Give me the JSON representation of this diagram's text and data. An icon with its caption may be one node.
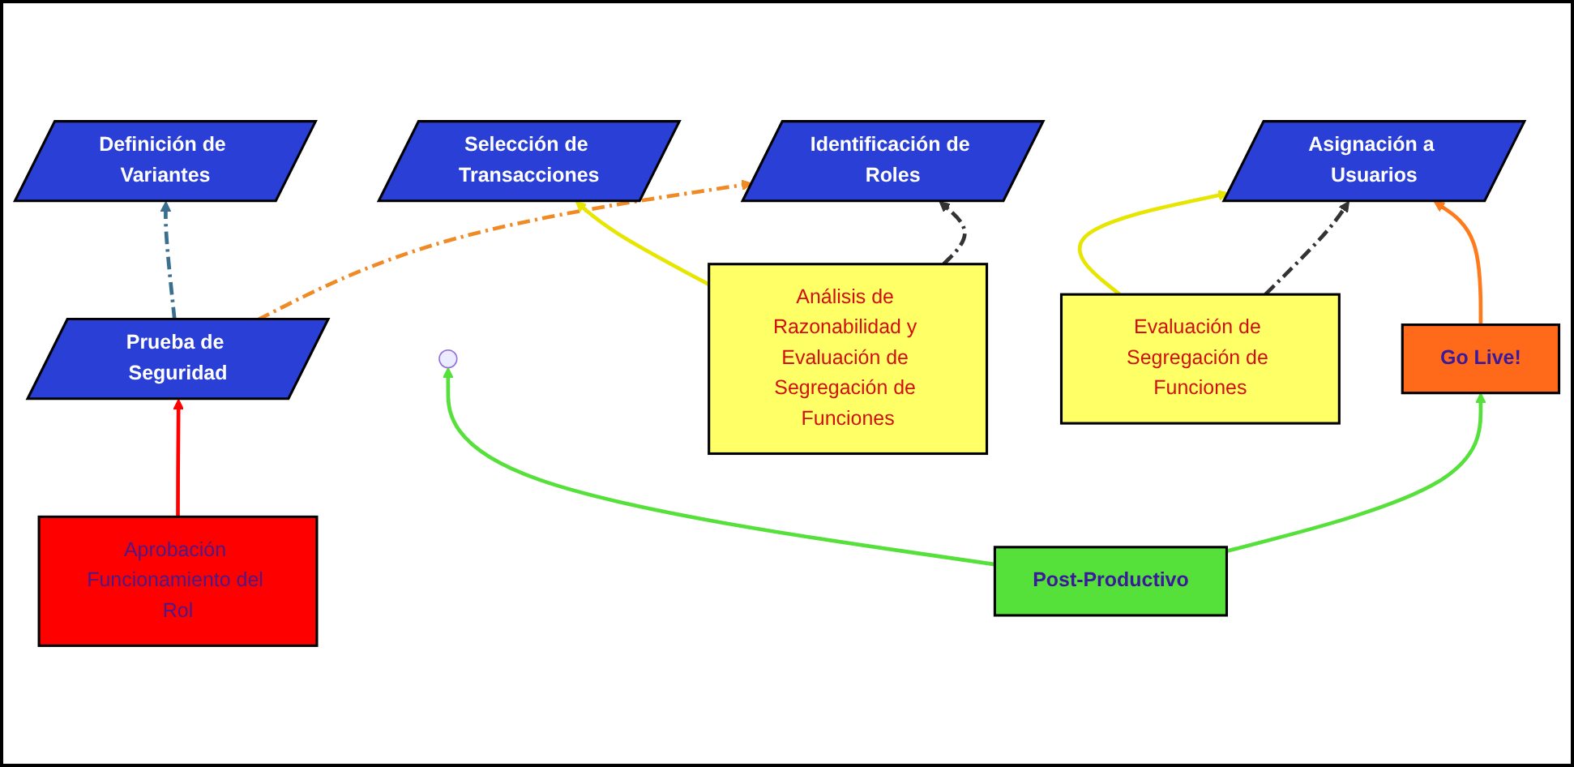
{
  "diagram": {
    "nodes": [
      {
        "text": [
          "Identificación de Roles"
        ]
      },
      {
        "text": [
          "Selección de Transacciones"
        ]
      },
      {
        "text": [
          "Definición de Variantes"
        ]
      },
      {
        "text": [
          "Prueba de Seguridad"
        ]
      },
      {
        "text": [
          "Asignación a Usuarios"
        ]
      },
      {
        "text": [
          "Go Live!"
        ]
      },
      {
        "text": [
          "Post-Productivo"
        ]
      },
      {
        "text": [
          "Análisis de Razonabilidad y Evaluación de Segregación de Funciones"
        ]
      },
      {
        "text": [
          "Aprobación Funcionamiento del Rol"
        ]
      },
      {
        "text": [
          "Evaluación de Segregación de Funciones"
        ]
      }
    ],
    "edges": [
      {
        "from": 3,
        "to": 0,
        "arrow": "to",
        "style": "dashed",
        "color": "#f08a24"
      },
      {
        "from": 3,
        "to": 2,
        "arrow": "to",
        "style": "dashed",
        "color": "#3a6f8f"
      },
      {
        "from": 7,
        "to": 0,
        "arrow": "to",
        "style": "dashed"
      },
      {
        "from": 9,
        "to": 4,
        "arrow": "to",
        "style": "dashed"
      },
      {
        "from": 7,
        "to": 1,
        "arrow": "to",
        "color": "#e6e600"
      },
      {
        "from": 8,
        "to": 3,
        "arrow": "to",
        "color": "#ff0000"
      },
      {
        "from": 9,
        "to": 4,
        "arrow": "to",
        "color": "#e6e600"
      },
      {
        "from": 5,
        "to": 4,
        "arrow": "to",
        "color": "#ff7a1a"
      },
      {
        "from": 6,
        "to": 5,
        "arrow": "to",
        "color": "#55e03a"
      },
      {
        "from": 6,
        "to": null,
        "arrow": "to",
        "color": "#55e03a"
      }
    ]
  }
}
